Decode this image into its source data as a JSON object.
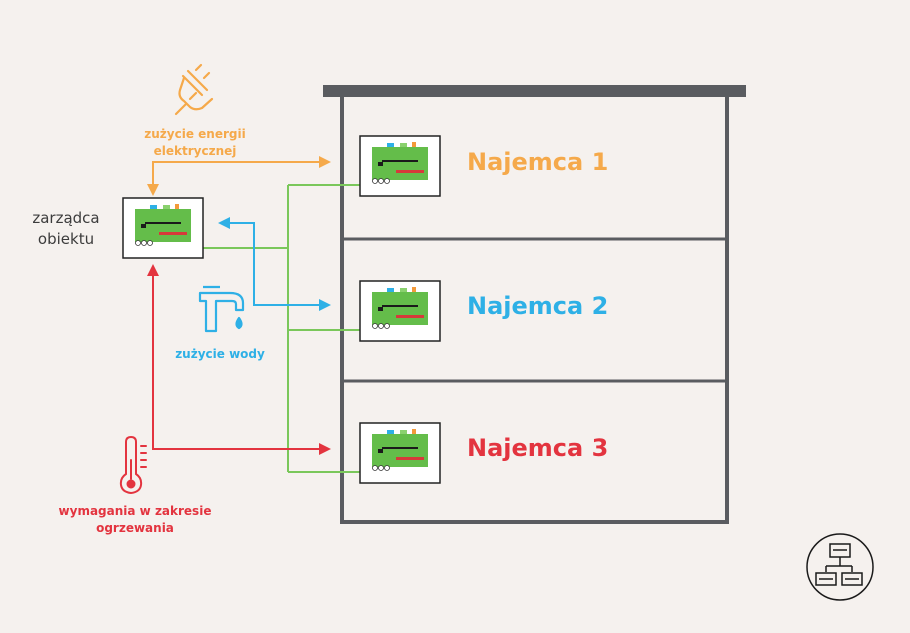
{
  "labels": {
    "manager": "zarządca obiektu",
    "electricity": "zużycie energii elektrycznej",
    "water": "zużycie wody",
    "heating": "wymagania w zakresie ogrzewania"
  },
  "tenants": [
    {
      "name": "Najemca 1",
      "color": "#f5a94a"
    },
    {
      "name": "Najemca 2",
      "color": "#2eb0e6"
    },
    {
      "name": "Najemca 3",
      "color": "#e3343f"
    }
  ],
  "colors": {
    "electricity": "#f5a94a",
    "water": "#2eb0e6",
    "heating": "#e3343f",
    "network": "#7ac75a",
    "building": "#5a5c60",
    "device": "#64bd4a",
    "background": "#f5f1ee"
  },
  "icons": {
    "electricity": "plug-icon",
    "water": "faucet-icon",
    "heating": "thermometer-icon",
    "corner": "network-hierarchy-icon"
  }
}
